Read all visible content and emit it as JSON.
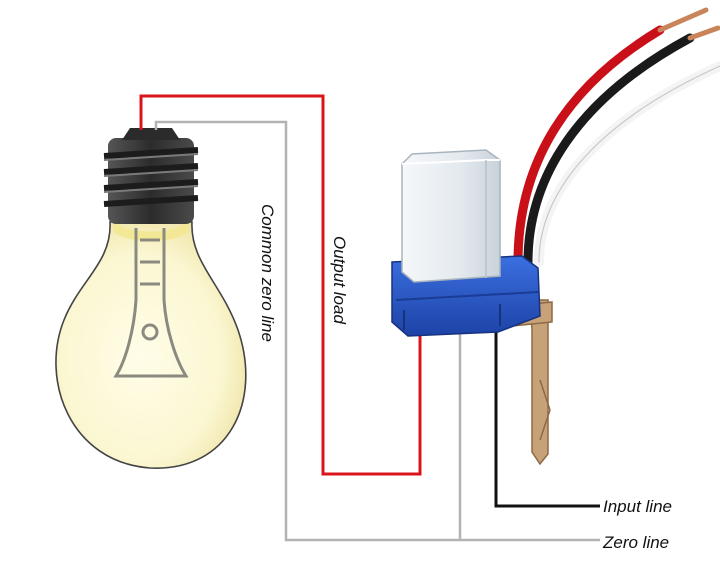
{
  "labels": {
    "common_zero_line": "Common zero line",
    "output_load": "Output load",
    "input_line": "Input line",
    "zero_line": "Zero line"
  },
  "colors": {
    "output_wire": "#d9141b",
    "input_wire": "#111111",
    "zero_wire": "#b3b3b3",
    "sensor_cap": "#e6ecf0",
    "sensor_base": "#2a58c8",
    "bulb_glass": "#fbf7d2",
    "bulb_glow": "#f3e6a2",
    "socket": "#3a3a3a",
    "bracket": "#c7a178",
    "copper": "#c9845a",
    "text": "#111111"
  }
}
